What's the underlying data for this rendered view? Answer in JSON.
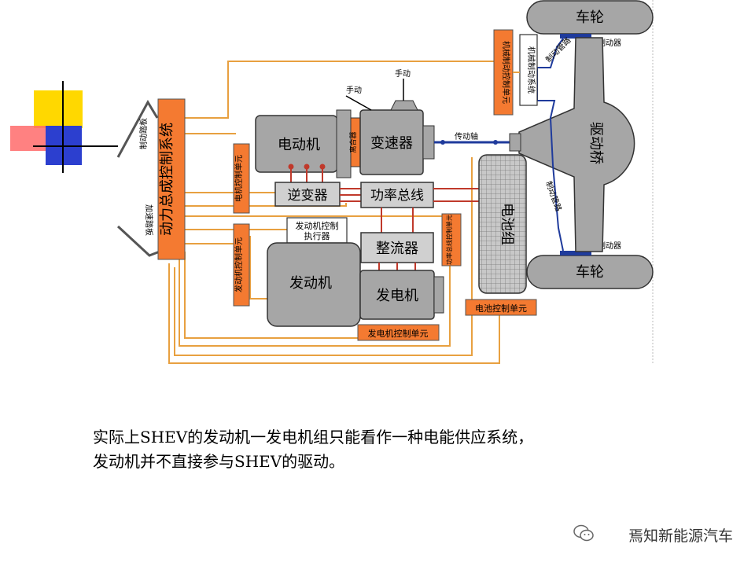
{
  "diagram": {
    "labels": {
      "wheel_top": "车轮",
      "wheel_bottom": "车轮",
      "brake_top": "制动器",
      "brake_bottom": "制动器",
      "brake_pipe_top": "制动管路",
      "brake_pipe_bottom": "制动管路",
      "mech_brake_system": "机械制动系统",
      "mech_brake_ctrl": "机械制动控制单元",
      "drive_axle": "驱动桥",
      "drive_shaft": "传动轴",
      "manual_1": "手动",
      "manual_2": "手动",
      "motor": "电动机",
      "clutch": "离合器",
      "gearbox": "变速器",
      "motor_ctrl": "电机控制单元",
      "inverter": "逆变器",
      "power_bus": "功率总线",
      "battery": "电池组",
      "power_bus_ctrl": "功率总线控制单元",
      "engine_actuator": "发动机控制执行器",
      "engine_ctrl": "发动机控制单元",
      "rectifier": "整流器",
      "engine": "发动机",
      "generator": "发电机",
      "generator_ctrl": "发电机控制单元",
      "battery_ctrl": "电池控制单元",
      "powertrain_ctrl": "动力总成控制系统",
      "brake_pedal": "制动踏板",
      "accel_pedal": "加速踏板"
    },
    "colors": {
      "component_gray": "#a6a6a6",
      "orange_box": "#f47a31",
      "wire_orange": "#e8a040",
      "bus_red": "#c0392b",
      "brake_blue": "#1f3b9c"
    }
  },
  "caption": {
    "line1": "实际上SHEV的发动机一发电机组只能看作一种电能供应系统，",
    "line2": "发动机并不直接参与SHEV的驱动。"
  },
  "watermark": {
    "text": "焉知新能源汽车",
    "icon": "wechat-icon"
  }
}
